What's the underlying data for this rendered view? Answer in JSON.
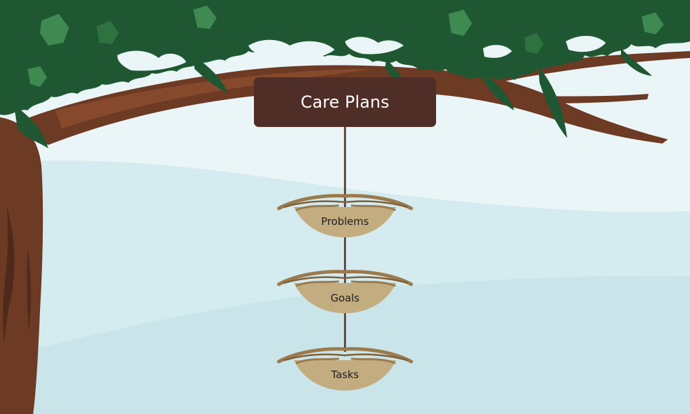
{
  "sign": {
    "title": "Care Plans"
  },
  "nests": [
    {
      "label": "Problems"
    },
    {
      "label": "Goals"
    },
    {
      "label": "Tasks"
    }
  ],
  "colors": {
    "sky_light": "#eaf5f7",
    "water_back": "#d4ebef",
    "water_front": "#c9e5ea",
    "leaf_dark": "#1f5732",
    "leaf_mid": "#2e7240",
    "leaf_light": "#3e8a50",
    "trunk": "#6d3a24",
    "trunk_shadow": "#4f2a1a",
    "branch_highlight": "#86492c",
    "sign_bg": "#4f2e27",
    "sign_text": "#ffffff",
    "rope": "#4a2a20",
    "nest_fill": "#c3ad80",
    "nest_twig": "#9c7a4c",
    "nest_twig_dark": "#7f6038"
  }
}
